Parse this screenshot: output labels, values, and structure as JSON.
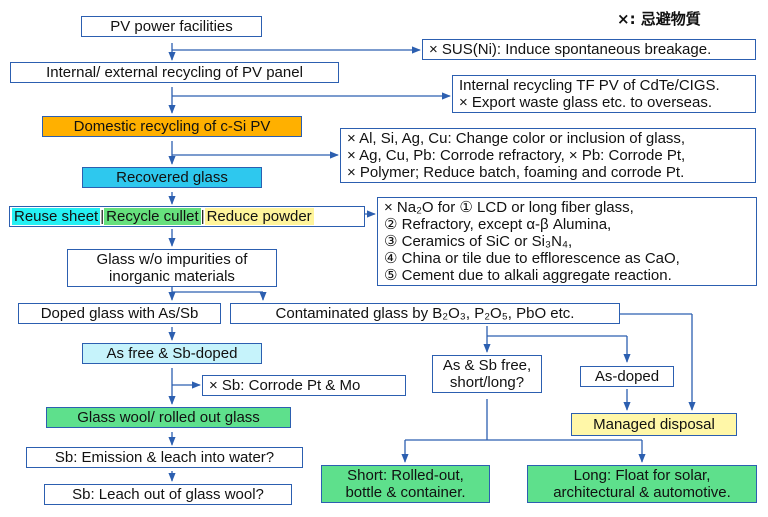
{
  "legend_note": "×: 忌避物質",
  "main_flow": {
    "pv_power": "PV power facilities",
    "internal_external": "Internal/ external recycling of PV panel",
    "domestic": "Domestic recycling of c-Si PV",
    "recovered": "Recovered glass",
    "reuse_sheet": "Reuse sheet",
    "recycle_cullet": "Recycle cullet",
    "reduce_powder": "Reduce powder",
    "wo_impurities_1": "Glass w/o impurities of",
    "wo_impurities_2": "inorganic materials",
    "doped_glass": "Doped glass with As/Sb",
    "contaminated": "Contaminated glass by B₂O₃, P₂O₅, PbO etc.",
    "as_free": "As free & Sb-doped",
    "glass_wool": "Glass wool/ rolled out glass",
    "sb_emission": "Sb: Emission & leach into water?",
    "sb_leach": "Sb: Leach out of glass wool?",
    "as_sb_free_1": "As & Sb free,",
    "as_sb_free_2": "short/long?",
    "as_doped": "As-doped",
    "managed": "Managed disposal",
    "short_1": "Short: Rolled-out,",
    "short_2": "bottle & container.",
    "long_1": "Long: Float for solar,",
    "long_2": "architectural & automotive."
  },
  "notes": {
    "sus": "× SUS(Ni): Induce spontaneous breakage.",
    "internal_1": "Internal recycling TF PV of CdTe/CIGS.",
    "internal_2": "× Export waste glass etc. to overseas.",
    "impurity_1": "× Al, Si, Ag, Cu: Change color or inclusion of glass,",
    "impurity_2": "× Ag, Cu, Pb: Corrode refractory, × Pb: Corrode Pt,",
    "impurity_3": "× Polymer; Reduce batch, foaming and corrode Pt.",
    "na_1": "× Na₂O for ① LCD or long fiber glass,",
    "na_2": "② Refractory, except α-β Alumina,",
    "na_3": "③ Ceramics of SiC or Si₃N₄,",
    "na_4": "④ China or tile due to efflorescence as CaO,",
    "na_5": "⑤ Cement due to  alkali aggregate reaction.",
    "sb_pt": "× Sb: Corrode Pt & Mo"
  },
  "colors": {
    "line": "#2c5fb0",
    "orange": "#ffb000",
    "cyan": "#2ec8ee",
    "light_cyan": "#c6f3fb",
    "green": "#5ee08c",
    "yellow": "#fff7a8"
  }
}
